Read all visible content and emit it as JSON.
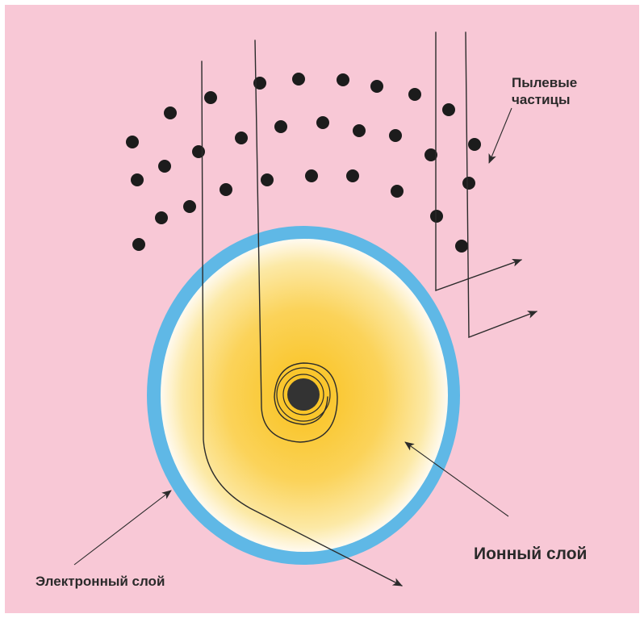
{
  "labels": {
    "dust_line1": "Пылевые",
    "dust_line2": "частицы",
    "ion_layer": "Ионный слой",
    "electron_layer": "Электронный слой"
  },
  "colors": {
    "background": "#f8c8d6",
    "frame": "#ffffff",
    "electron_layer": "#5fb8e6",
    "ion_core": "#f9c11b",
    "ion_edge": "#fdf6d9",
    "nucleus": "#333333",
    "dust": "#1c1c1c",
    "lines": "#2b2b2b"
  }
}
